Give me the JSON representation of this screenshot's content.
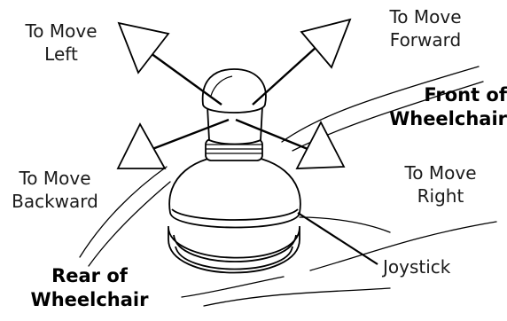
{
  "labels": {
    "move_left": {
      "line1": "To Move",
      "line2": "Left"
    },
    "move_forward": {
      "line1": "To Move",
      "line2": "Forward"
    },
    "move_backward": {
      "line1": "To Move",
      "line2": "Backward"
    },
    "move_right": {
      "line1": "To Move",
      "line2": "Right"
    },
    "front": {
      "line1": "Front of",
      "line2": "Wheelchair"
    },
    "rear": {
      "line1": "Rear of",
      "line2": "Wheelchair"
    },
    "joystick": "Joystick"
  },
  "colors": {
    "line": "#000000",
    "fill": "#ffffff"
  },
  "icons": {
    "direction_arrows": "outlined-arrow"
  }
}
